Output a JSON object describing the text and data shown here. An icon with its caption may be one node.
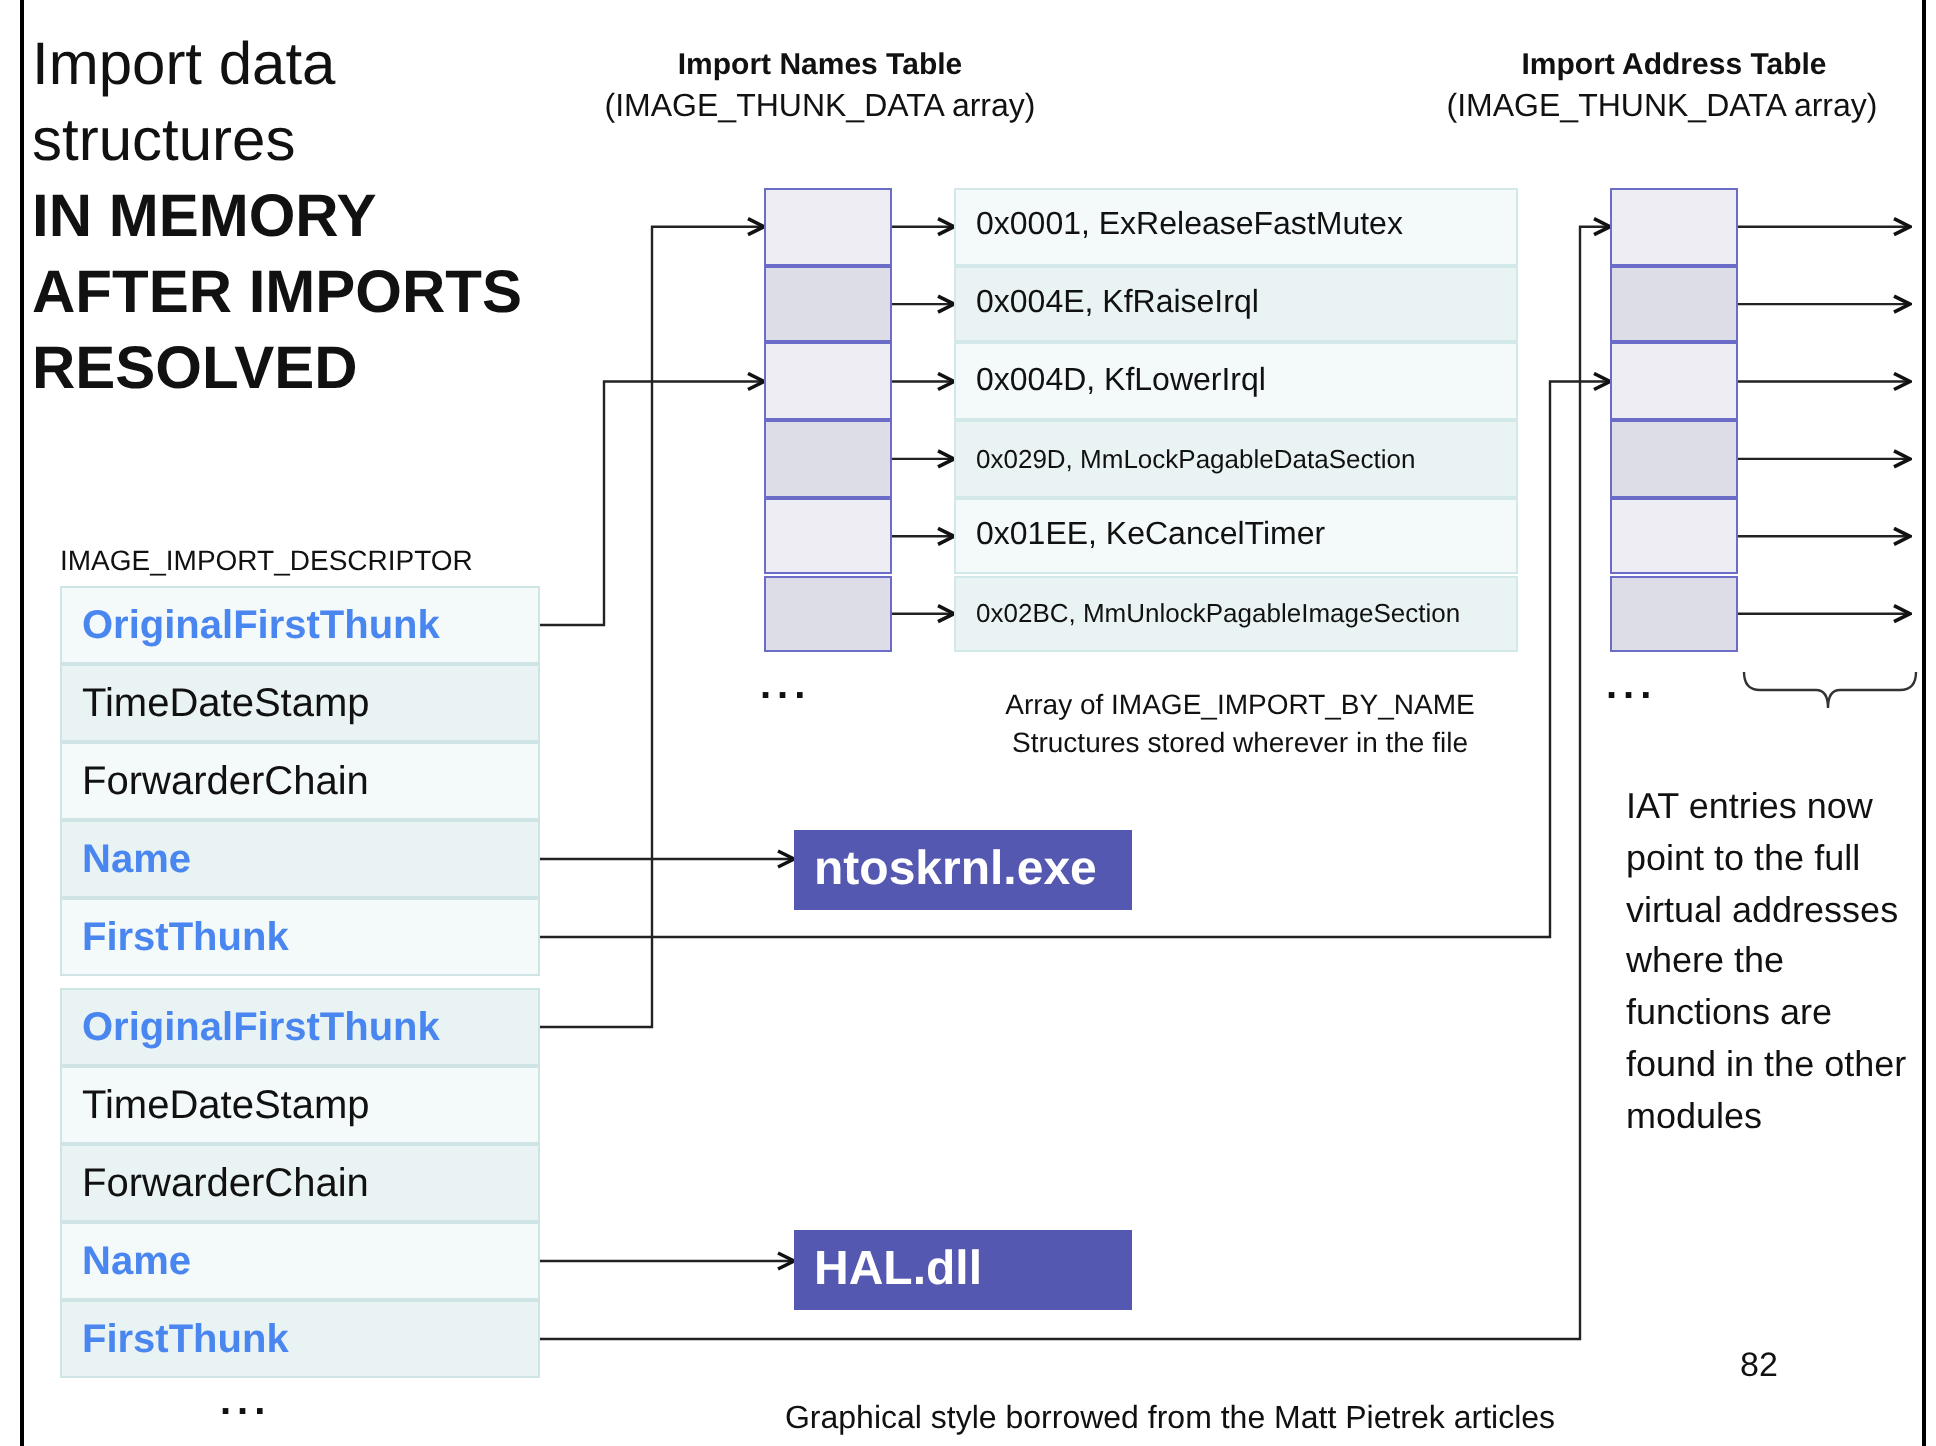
{
  "diagram": {
    "title": "Import data structures **IN MEMORY AFTER IMPORTS RESOLVED**",
    "caption": "Graphical style borrowed from the Matt Pietrek articles",
    "nodes": [
      {
        "text": [
          "OriginalFirstThunk"
        ],
        "beside": [
          "IMAGE_IMPORT_DESCRIPTOR"
        ]
      },
      {
        "text": [
          "TimeDateStamp"
        ]
      },
      {
        "text": [
          "ForwarderChain"
        ]
      },
      {
        "text": [
          "Name"
        ]
      },
      {
        "text": [
          "FirstThunk"
        ]
      },
      {
        "text": [
          "OriginalFirstThunk"
        ]
      },
      {
        "text": [
          "TimeDateStamp"
        ]
      },
      {
        "text": [
          "ForwarderChain"
        ]
      },
      {
        "text": [
          "Name"
        ]
      },
      {
        "text": [
          "FirstThunk"
        ]
      },
      {
        "text": [],
        "shape": "box"
      },
      {
        "text": [],
        "shape": "box"
      },
      {
        "text": [],
        "shape": "box"
      },
      {
        "text": [],
        "shape": "box"
      },
      {
        "text": [],
        "shape": "box"
      },
      {
        "text": [],
        "shape": "box"
      },
      {
        "text": [
          "0x0001, ExReleaseFastMutex"
        ]
      },
      {
        "text": [
          "0x004E, KfRaiseIrql"
        ]
      },
      {
        "text": [
          "0x004D, KfLowerIrql"
        ]
      },
      {
        "text": [
          "0x029D, MmLockPagableDataSection"
        ]
      },
      {
        "text": [
          "0x01EE, KeCancelTimer"
        ]
      },
      {
        "text": [
          "0x02BC, MmUnlockPagableImageSection"
        ]
      },
      {
        "text": [
          "ntoskrnl.exe"
        ]
      },
      {
        "text": [
          "HAL.dll"
        ]
      },
      {
        "text": [],
        "shape": "box"
      },
      {
        "text": [],
        "shape": "box"
      },
      {
        "text": [],
        "shape": "box"
      },
      {
        "text": [],
        "shape": "box"
      },
      {
        "text": [],
        "shape": "box"
      },
      {
        "text": [],
        "shape": "box"
      }
    ],
    "edges": [
      {
        "from": 0,
        "to": 12,
        "arrow": "to"
      },
      {
        "from": 3,
        "to": 22,
        "arrow": "to"
      },
      {
        "from": 4,
        "to": 26,
        "arrow": "to"
      },
      {
        "from": 5,
        "to": 10,
        "arrow": "to"
      },
      {
        "from": 8,
        "to": 23,
        "arrow": "to"
      },
      {
        "from": 9,
        "to": 24,
        "arrow": "to"
      },
      {
        "from": 10,
        "to": 16,
        "arrow": "to"
      },
      {
        "from": 11,
        "to": 17,
        "arrow": "to"
      },
      {
        "from": 12,
        "to": 18,
        "arrow": "to"
      },
      {
        "from": 13,
        "to": 19,
        "arrow": "to"
      },
      {
        "from": 14,
        "to": 20,
        "arrow": "to"
      },
      {
        "from": 15,
        "to": 21,
        "arrow": "to"
      },
      {
        "from": 24,
        "to": null,
        "arrow": "to"
      },
      {
        "from": 25,
        "to": null,
        "arrow": "to"
      },
      {
        "from": 26,
        "to": null,
        "arrow": "to"
      },
      {
        "from": 27,
        "to": null,
        "arrow": "to"
      },
      {
        "from": 28,
        "to": null,
        "arrow": "to"
      },
      {
        "from": 29,
        "to": null,
        "arrow": "to"
      }
    ],
    "labels": [
      "Import Names Table",
      "(IMAGE_THUNK_DATA array)",
      "Import Address Table",
      "(IMAGE_THUNK_DATA array)",
      "...",
      "Array of IMAGE_IMPORT_BY_NAME Structures stored wherever in the file",
      "...",
      "IAT entries now point to the full virtual addresses where the functions are found in the other modules",
      "82",
      "..."
    ]
  }
}
